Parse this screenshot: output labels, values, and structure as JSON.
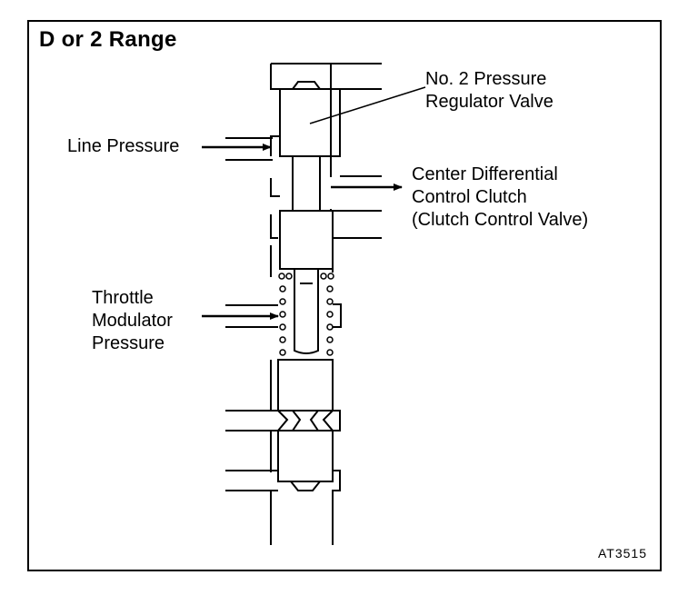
{
  "title": "D or 2 Range",
  "labels": {
    "no2_pressure_regulator_valve": [
      "No. 2 Pressure",
      "Regulator Valve"
    ],
    "line_pressure": "Line Pressure",
    "center_differential": [
      "Center Differential",
      "Control Clutch",
      "(Clutch Control Valve)"
    ],
    "throttle_modulator": [
      "Throttle",
      "Modulator",
      "Pressure"
    ]
  },
  "figure_code": "AT3515"
}
